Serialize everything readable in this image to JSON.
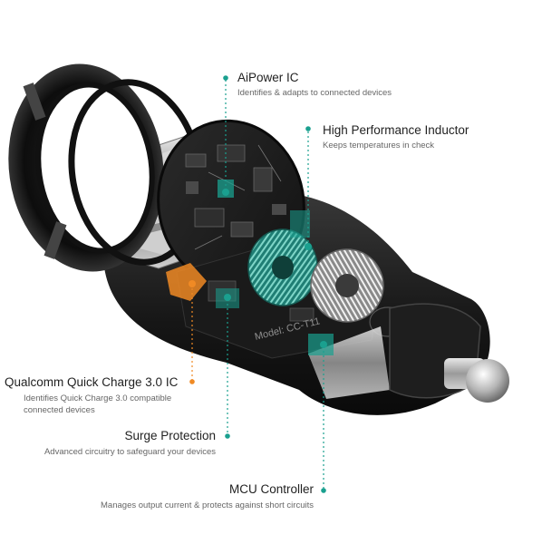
{
  "colors": {
    "accent_teal": "#1aa08f",
    "accent_orange": "#f08a24",
    "body_dark": "#1c1c1c",
    "metal": "#b8b8b8"
  },
  "callouts": {
    "aipower": {
      "title": "AiPower IC",
      "desc": "Identifies & adapts to connected devices"
    },
    "inductor": {
      "title": "High Performance Inductor",
      "desc": "Keeps temperatures in check"
    },
    "qualcomm": {
      "title": "Qualcomm Quick Charge 3.0 IC",
      "desc_line1": "Identifies Quick Charge 3.0 compatible",
      "desc_line2": "connected devices"
    },
    "surge": {
      "title": "Surge Protection",
      "desc": "Advanced circuitry to safeguard your devices"
    },
    "mcu": {
      "title": "MCU Controller",
      "desc": "Manages output current & protects against short circuits"
    }
  },
  "product": {
    "model_label": "Model: CC-T11"
  }
}
